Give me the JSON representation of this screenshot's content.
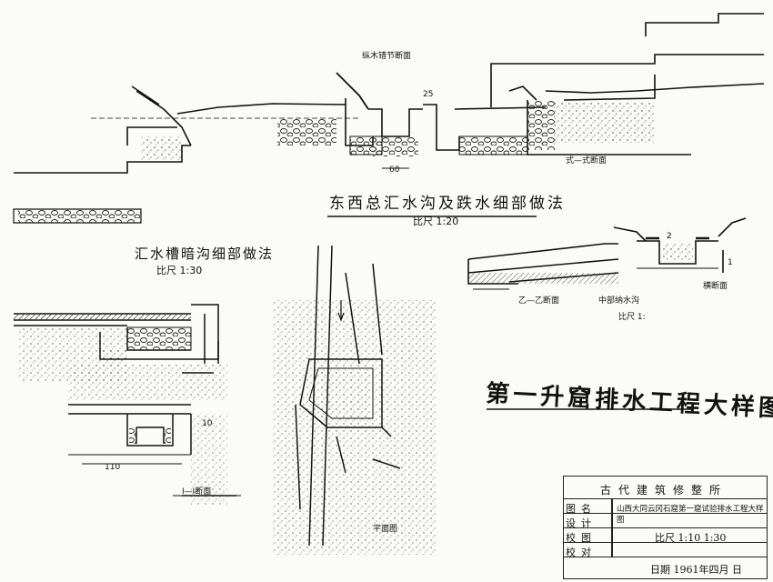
{
  "drawing": {
    "main_title": "第一升窟排水工程大样图",
    "top_titles": [
      {
        "text": "东西总汇水沟及跌水细部做法",
        "scale": "比尺 1:20"
      },
      {
        "text": "汇水槽暗沟细部做法",
        "scale": "比尺 1:30"
      }
    ],
    "section_labels": {
      "sec_1": "Ⅰ—Ⅰ断面",
      "plan": "平面图",
      "middle_ditch": "中部纳水沟",
      "middle_scale": "比尺 1:",
      "cross_section": "横断面",
      "sec_2": "乙—乙断面",
      "longitudinal": "纵木错节断面",
      "sec_b": "式—式断面"
    },
    "dimensions": [
      "25",
      "60",
      "110",
      "10",
      "2",
      "1"
    ]
  },
  "title_block": {
    "organization": "古代建筑修整所",
    "rows": [
      {
        "key": "图名",
        "value": "山西大同云冈石窟第一窟试验排水工程大样图"
      },
      {
        "key": "设计",
        "value": ""
      },
      {
        "key": "校图",
        "value": "比尺 1:10 1:30"
      },
      {
        "key": "校对",
        "value": ""
      }
    ],
    "date": "日期 1961年四月 日"
  }
}
